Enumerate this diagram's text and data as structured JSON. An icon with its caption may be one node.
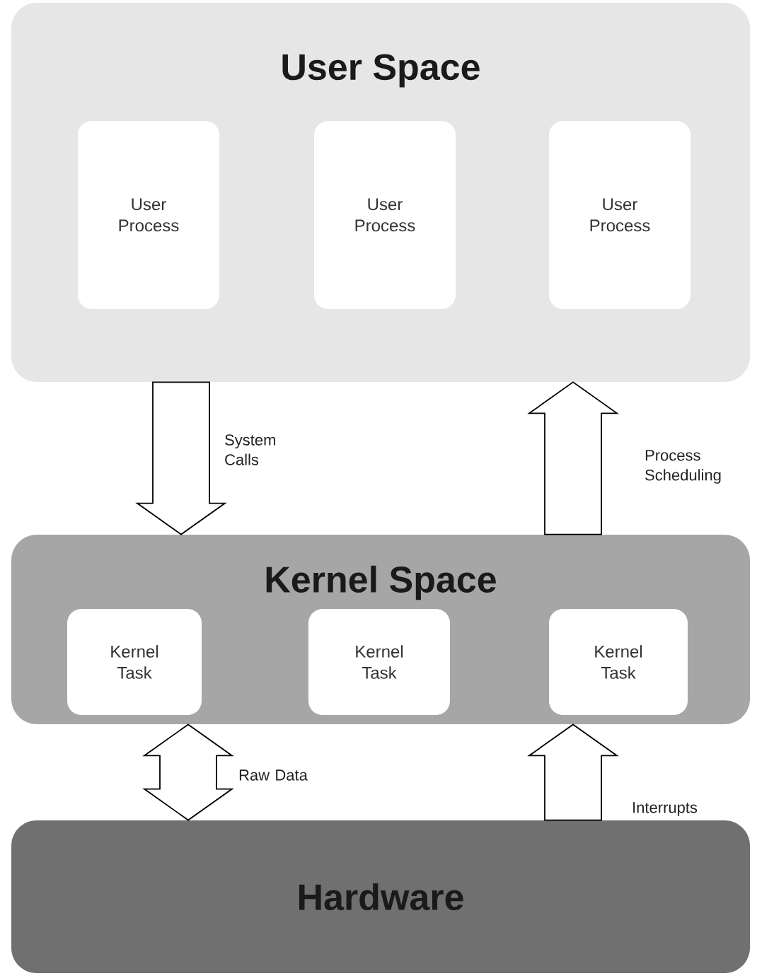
{
  "diagram": {
    "nodes": [
      {
        "text": [
          "User Space"
        ]
      },
      {
        "text": [
          "User Process"
        ],
        "in": 0
      },
      {
        "text": [
          "User Process"
        ],
        "in": 0
      },
      {
        "text": [
          "User Process"
        ],
        "in": 0
      },
      {
        "text": [
          "Kernel Space"
        ]
      },
      {
        "text": [
          "Kernel Task"
        ],
        "in": 4
      },
      {
        "text": [
          "Kernel Task"
        ],
        "in": 4
      },
      {
        "text": [
          "Kernel Task"
        ],
        "in": 4
      },
      {
        "text": [
          "Hardware"
        ]
      }
    ],
    "edges": [
      {
        "from": 0,
        "to": 4,
        "arrow": "to",
        "label": "System Calls"
      },
      {
        "from": 4,
        "to": 0,
        "arrow": "to",
        "label": "Process Scheduling"
      },
      {
        "from": 4,
        "to": 8,
        "arrow": "both",
        "label": "Raw Data"
      },
      {
        "from": 8,
        "to": 4,
        "arrow": "to",
        "label": "Interrupts"
      }
    ]
  }
}
